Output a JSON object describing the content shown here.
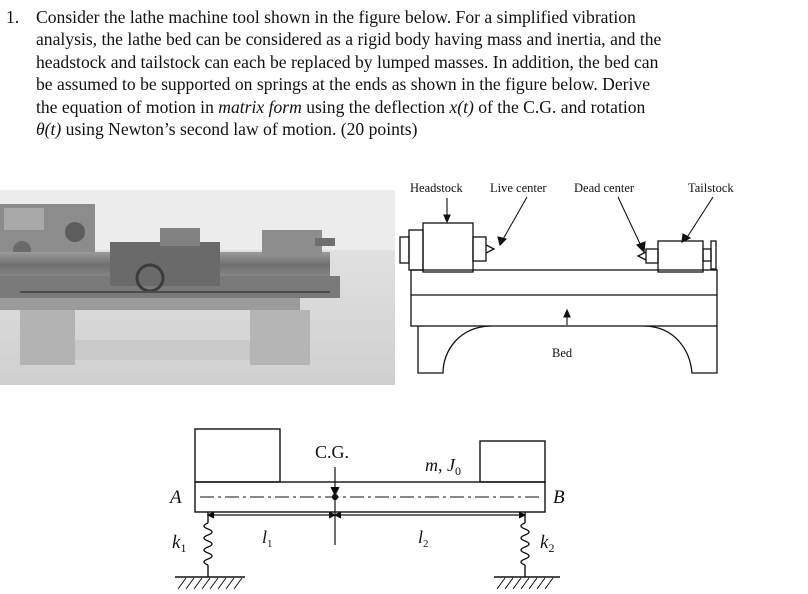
{
  "problem": {
    "number": "1.",
    "lines": [
      [
        {
          "t": "Consider the lathe machine tool shown in the figure below.  For a simplified vibration"
        }
      ],
      [
        {
          "t": "analysis, the lathe bed can be considered as a rigid body having mass and inertia, and the"
        }
      ],
      [
        {
          "t": "headstock and tailstock can each be replaced by lumped masses.  In addition, the bed can"
        }
      ],
      [
        {
          "t": "be assumed to be supported on springs at the ends as shown in the figure below. Derive"
        }
      ],
      [
        {
          "t": "the equation of motion in "
        },
        {
          "t": "matrix form",
          "i": true
        },
        {
          "t": " using the deflection "
        },
        {
          "t": "x(t)",
          "i": true
        },
        {
          "t": " of the C.G. and rotation"
        }
      ],
      [
        {
          "t": "θ(t)",
          "i": true
        },
        {
          "t": " using Newton’s second law of motion. (20 points)"
        }
      ]
    ]
  },
  "lathe_diagram": {
    "labels": {
      "headstock": "Headstock",
      "live_center": "Live center",
      "dead_center": "Dead center",
      "tailstock": "Tailstock",
      "bed": "Bed"
    }
  },
  "model_diagram": {
    "labels": {
      "cg": "C.G.",
      "mass": "m, J",
      "mass_sub": "0",
      "a": "A",
      "b": "B",
      "k1": "k",
      "k1_sub": "1",
      "k2": "k",
      "k2_sub": "2",
      "l1": "l",
      "l1_sub": "1",
      "l2": "l",
      "l2_sub": "2"
    }
  }
}
